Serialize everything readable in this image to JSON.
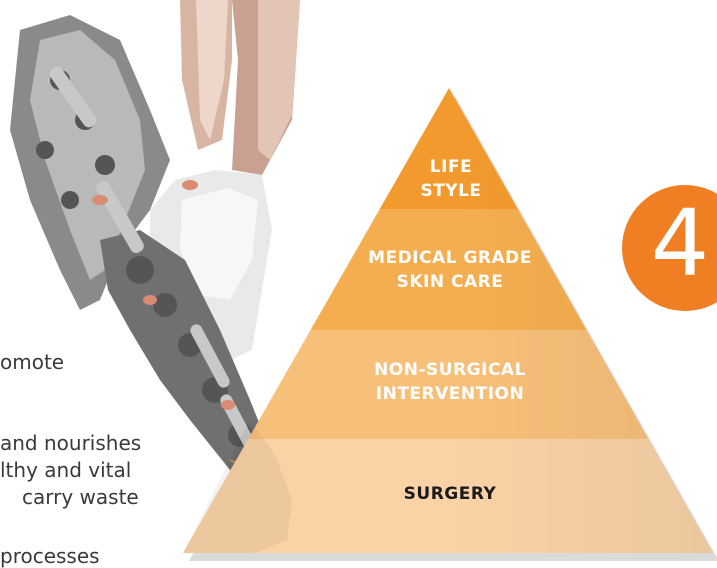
{
  "colors": {
    "tier1": "#F29A2E",
    "tier2": "#F5AE4F",
    "tier3": "#F7C07A",
    "tier4": "#FAD2A6",
    "badge": "#F07F24",
    "label_light": "#FFFFFF",
    "label_dark": "#1A1A1A"
  },
  "pyramid": {
    "tiers": [
      {
        "lines": [
          "LIFE",
          "STYLE"
        ]
      },
      {
        "lines": [
          "MEDICAL GRADE",
          "SKIN CARE"
        ]
      },
      {
        "lines": [
          "NON-SURGICAL",
          "INTERVENTION"
        ]
      },
      {
        "lines": [
          "SURGERY"
        ]
      }
    ]
  },
  "badge": {
    "number": "4"
  },
  "body_text": {
    "lines": [
      "omote",
      "and nourishes",
      "lthy and vital",
      "carry waste",
      "processes"
    ]
  },
  "illustration": {
    "icon": "running-shoe-illustration"
  }
}
